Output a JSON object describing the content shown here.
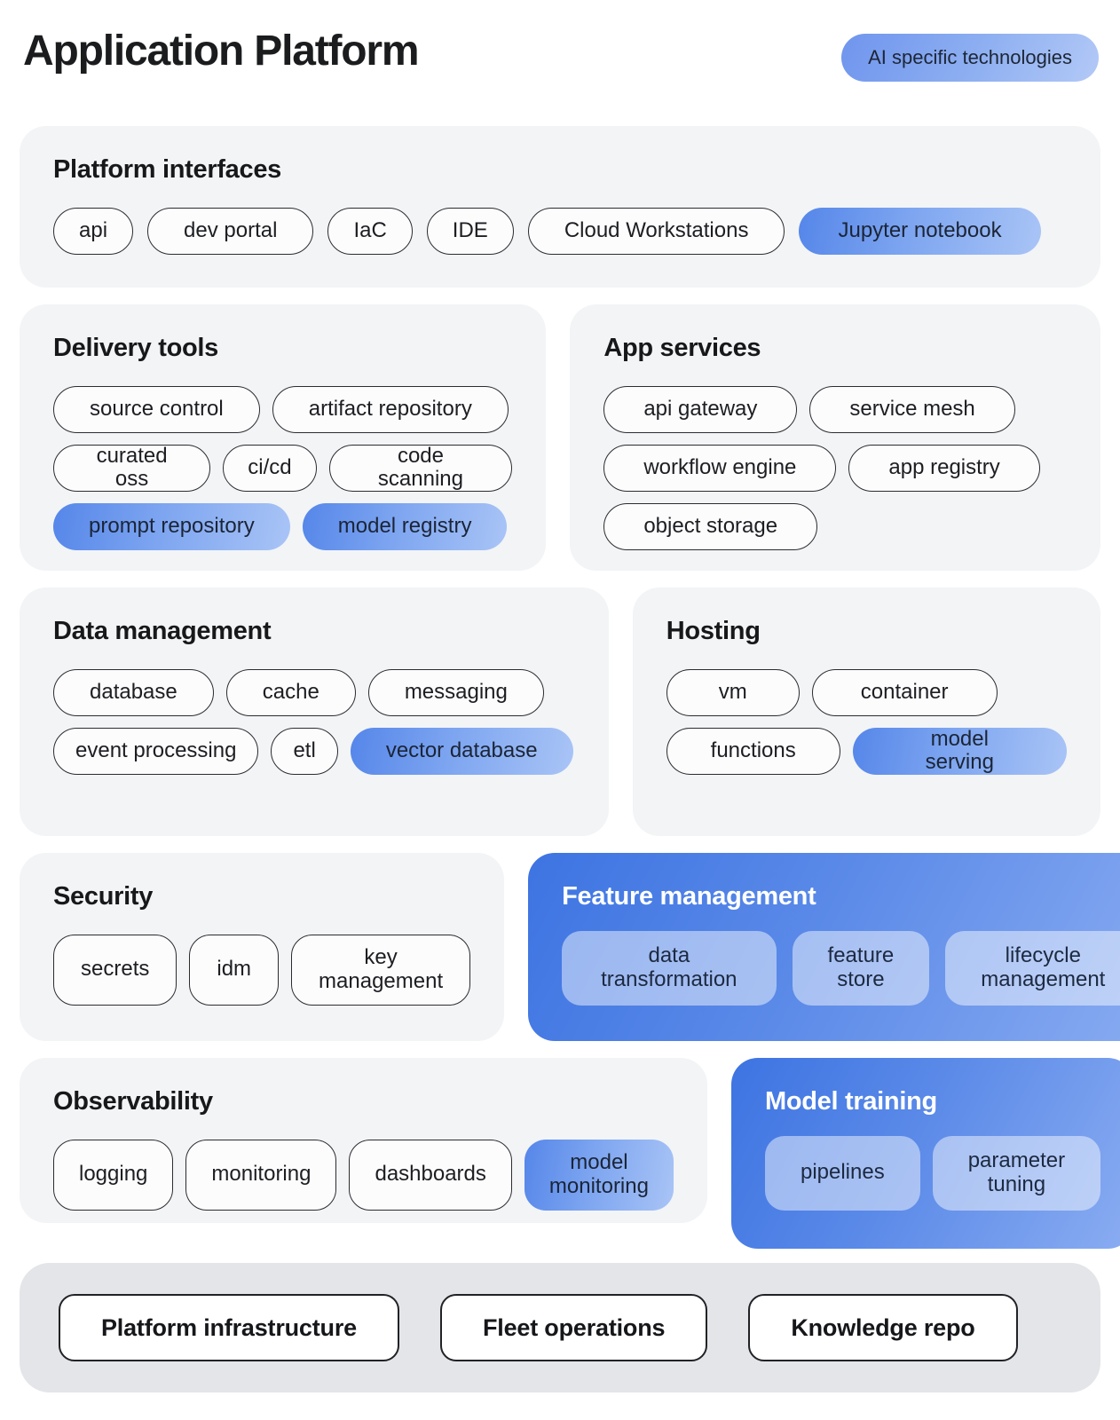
{
  "header": {
    "title": "Application Platform",
    "badge": "AI specific technologies"
  },
  "colors": {
    "ai_pill_gradient_start": "#5586e9",
    "ai_pill_gradient_end": "#a9c4f6",
    "ai_panel_gradient_start": "#3d74e2",
    "ai_panel_gradient_end": "#8badf2",
    "light_panel": "#f2f4f6",
    "footer_panel": "#e3e5e9",
    "pill_border": "#2b2c30",
    "text_dark": "#1d1e20",
    "text_on_blue_heading": "#ffffff"
  },
  "sections": {
    "platform_interfaces": {
      "title": "Platform interfaces",
      "rows": [
        [
          {
            "label": "api",
            "ai": false
          },
          {
            "label": "dev portal",
            "ai": false
          },
          {
            "label": "IaC",
            "ai": false
          },
          {
            "label": "IDE",
            "ai": false
          },
          {
            "label": "Cloud Workstations",
            "ai": false
          },
          {
            "label": "Jupyter notebook",
            "ai": true
          }
        ]
      ]
    },
    "delivery_tools": {
      "title": "Delivery tools",
      "rows": [
        [
          {
            "label": "source control",
            "ai": false
          },
          {
            "label": "artifact repository",
            "ai": false
          }
        ],
        [
          {
            "label": "curated oss",
            "ai": false
          },
          {
            "label": "ci/cd",
            "ai": false
          },
          {
            "label": "code scanning",
            "ai": false
          }
        ],
        [
          {
            "label": "prompt repository",
            "ai": true
          },
          {
            "label": "model registry",
            "ai": true
          }
        ]
      ]
    },
    "app_services": {
      "title": "App services",
      "rows": [
        [
          {
            "label": "api gateway",
            "ai": false
          },
          {
            "label": "service mesh",
            "ai": false
          }
        ],
        [
          {
            "label": "workflow engine",
            "ai": false
          },
          {
            "label": "app registry",
            "ai": false
          }
        ],
        [
          {
            "label": "object storage",
            "ai": false
          }
        ]
      ]
    },
    "data_management": {
      "title": "Data management",
      "rows": [
        [
          {
            "label": "database",
            "ai": false
          },
          {
            "label": "cache",
            "ai": false
          },
          {
            "label": "messaging",
            "ai": false
          }
        ],
        [
          {
            "label": "event processing",
            "ai": false
          },
          {
            "label": "etl",
            "ai": false
          },
          {
            "label": "vector database",
            "ai": true
          }
        ]
      ]
    },
    "hosting": {
      "title": "Hosting",
      "rows": [
        [
          {
            "label": "vm",
            "ai": false
          },
          {
            "label": "container",
            "ai": false
          }
        ],
        [
          {
            "label": "functions",
            "ai": false
          },
          {
            "label": "model serving",
            "ai": true
          }
        ]
      ]
    },
    "security": {
      "title": "Security",
      "rows": [
        [
          {
            "label": "secrets",
            "ai": false
          },
          {
            "label": "idm",
            "ai": false
          },
          {
            "label": "key\nmanagement",
            "ai": false
          }
        ]
      ]
    },
    "feature_management": {
      "title": "Feature management",
      "ai_panel": true,
      "rows": [
        [
          {
            "label": "data\ntransformation",
            "ai": true
          },
          {
            "label": "feature\nstore",
            "ai": true
          },
          {
            "label": "lifecycle\nmanagement",
            "ai": true
          }
        ]
      ]
    },
    "observability": {
      "title": "Observability",
      "rows": [
        [
          {
            "label": "logging",
            "ai": false
          },
          {
            "label": "monitoring",
            "ai": false
          },
          {
            "label": "dashboards",
            "ai": false
          },
          {
            "label": "model\nmonitoring",
            "ai": true
          }
        ]
      ]
    },
    "model_training": {
      "title": "Model training",
      "ai_panel": true,
      "rows": [
        [
          {
            "label": "pipelines",
            "ai": true
          },
          {
            "label": "parameter\ntuning",
            "ai": true
          }
        ]
      ]
    }
  },
  "footer": {
    "pills": [
      {
        "label": "Platform infrastructure"
      },
      {
        "label": "Fleet operations"
      },
      {
        "label": "Knowledge repo"
      }
    ]
  }
}
